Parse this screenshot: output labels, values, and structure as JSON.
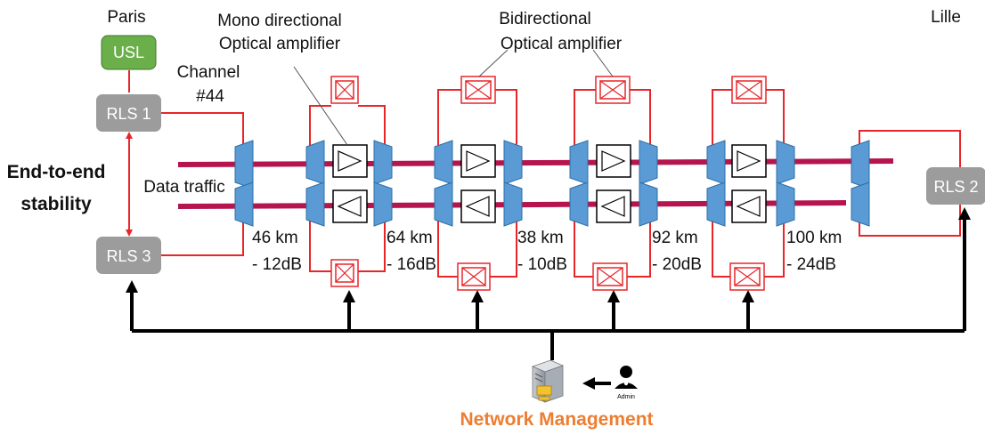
{
  "locations": {
    "left": "Paris",
    "right": "Lille"
  },
  "nodes": {
    "usl": "USL",
    "rls1": "RLS 1",
    "rls2": "RLS 2",
    "rls3": "RLS 3"
  },
  "labels": {
    "mono_line1": "Mono directional",
    "mono_line2": "Optical amplifier",
    "bidir_line1": "Bidirectional",
    "bidir_line2": "Optical amplifier",
    "channel_line1": "Channel",
    "channel_line2": "#44",
    "data_traffic": "Data traffic",
    "e2e_line1": "End-to-end",
    "e2e_line2": "stability",
    "network_management": "Network Management",
    "admin": "Admin"
  },
  "spans": [
    {
      "km": "46 km",
      "db": "- 12dB"
    },
    {
      "km": "64 km",
      "db": "- 16dB"
    },
    {
      "km": "38 km",
      "db": "- 10dB"
    },
    {
      "km": "92 km",
      "db": "- 20dB"
    },
    {
      "km": "100 km",
      "db": "- 24dB"
    }
  ],
  "colors": {
    "fiber": "#B5144E",
    "link": "#E8262A",
    "node_gray": "#9C9C9C",
    "usl_green": "#6AAF4A",
    "mux_blue": "#5B9BD5",
    "mgmt_orange": "#ED7D31"
  },
  "icons": [
    "server-icon",
    "admin-user-icon"
  ]
}
